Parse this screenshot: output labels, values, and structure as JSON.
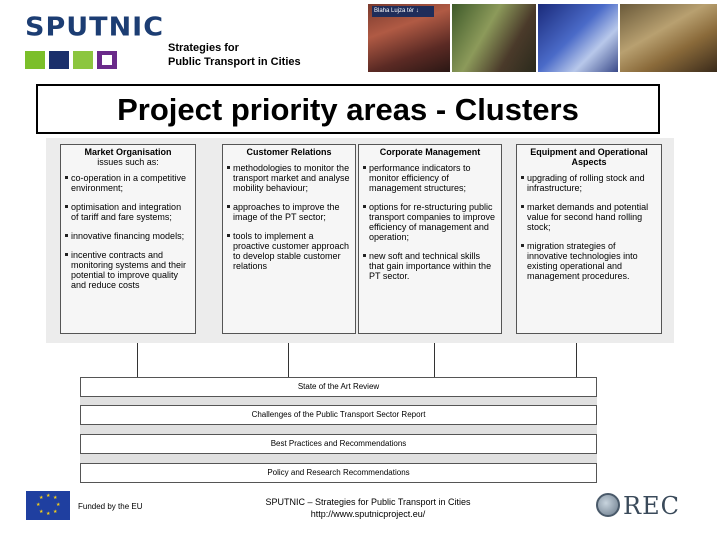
{
  "header": {
    "logo_text": "SPUTNIC",
    "tagline_line1": "Strategies for",
    "tagline_line2": "Public Transport in Cities",
    "photo1_sign": "Blaha Lujza tér ↓"
  },
  "title": "Project priority areas - Clusters",
  "clusters": [
    {
      "heading": "Market Organisation",
      "subheading": "issues such as:",
      "items": [
        "co-operation in a competitive environment;",
        "optimisation and integration of tariff and fare systems;",
        "innovative financing models;",
        "incentive contracts and monitoring systems and their potential to improve quality and reduce costs"
      ]
    },
    {
      "heading": "Customer Relations",
      "subheading": "",
      "items": [
        "methodologies to monitor the transport market and analyse mobility behaviour;",
        "approaches to improve the image of the PT sector;",
        "tools to implement a proactive customer approach to develop stable customer relations"
      ]
    },
    {
      "heading": "Corporate Management",
      "subheading": "",
      "items": [
        "performance indicators to monitor efficiency of management structures;",
        "options for re-structuring public transport companies to improve efficiency of management and operation;",
        "new soft and technical skills that gain importance within the PT sector."
      ]
    },
    {
      "heading": "Equipment and Operational Aspects",
      "subheading": "",
      "items": [
        "upgrading of rolling stock and infrastructure;",
        "market demands and potential value for second hand rolling stock;",
        "migration strategies of innovative technologies into existing operational and management procedures."
      ]
    }
  ],
  "reports": [
    "State of the Art Review",
    "Challenges of the Public Transport Sector Report",
    "Best Practices and Recommendations",
    "Policy and Research Recommendations"
  ],
  "footer": {
    "funded": "Funded by the EU",
    "line1": "SPUTNIC – Strategies for Public Transport in Cities",
    "line2": "http://www.sputnicproject.eu/",
    "rec_text": "REC"
  }
}
